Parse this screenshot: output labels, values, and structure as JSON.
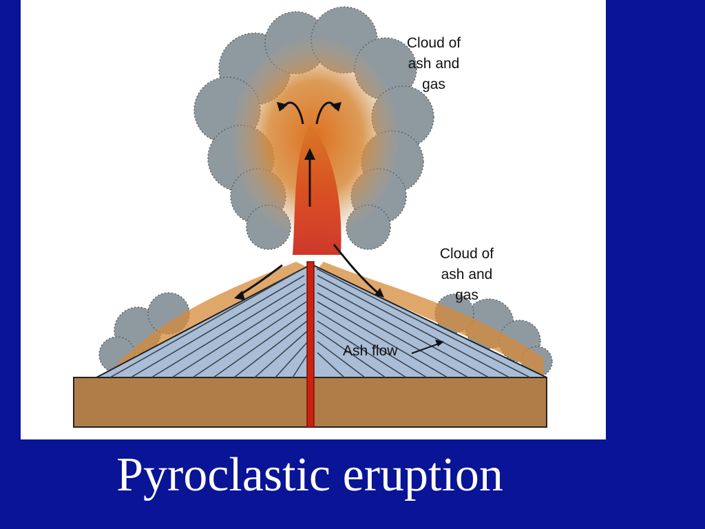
{
  "slide": {
    "title": "Pyroclastic eruption",
    "background_color": "#0a1496"
  },
  "diagram": {
    "labels": {
      "top_cloud": "Cloud of\nash and\ngas",
      "side_cloud": "Cloud of\nash and\ngas",
      "ash_flow": "Ash flow"
    },
    "colors": {
      "cloud": "#8f99a0",
      "ash_glow": "#d9822b",
      "magma": "#cc2211",
      "cone_strata": "#a9bdd6",
      "ground": "#b07d48"
    },
    "icons": [
      "arrow-up-icon",
      "curl-arrow-icon",
      "slope-arrow-icon"
    ]
  }
}
